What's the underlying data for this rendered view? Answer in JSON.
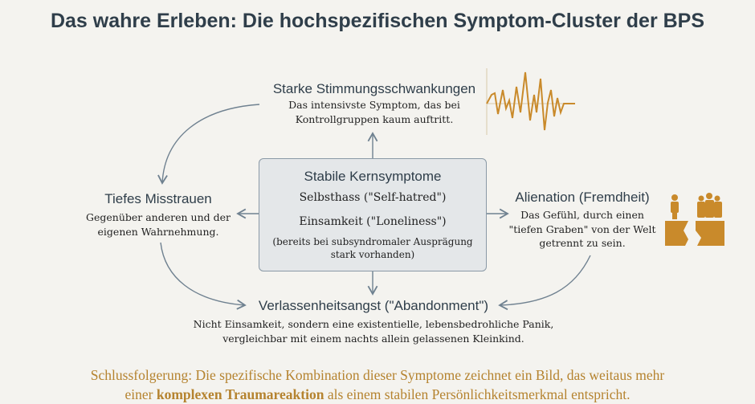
{
  "title": "Das wahre Erleben: Die hochspezifischen Symptom-Cluster der BPS",
  "center": {
    "title": "Stabile Kernsymptome",
    "items": [
      "Selbsthass (\"Self-hatred\")",
      "Einsamkeit (\"Loneliness\")"
    ],
    "note": [
      "(bereits bei subsyndromaler Ausprägung",
      "stark vorhanden)"
    ]
  },
  "top": {
    "title": "Starke Stimmungsschwankungen",
    "desc": [
      "Das intensivste Symptom, das bei",
      "Kontrollgruppen kaum auftritt."
    ],
    "icon": "mood-wave-icon"
  },
  "left": {
    "title": "Tiefes Misstrauen",
    "desc": [
      "Gegenüber anderen und der",
      "eigenen Wahrnehmung."
    ]
  },
  "right": {
    "title": "Alienation (Fremdheit)",
    "desc": [
      "Das Gefühl, durch einen",
      "\"tiefen Graben\" von der Welt",
      "getrennt zu sein."
    ],
    "icon": "separated-people-icon"
  },
  "bottom": {
    "title": "Verlassenheitsangst (\"Abandonment\")",
    "desc": [
      "Nicht Einsamkeit, sondern eine existentielle, lebensbedrohliche Panik,",
      "vergleichbar mit einem nachts allein gelassenen Kleinkind."
    ]
  },
  "conclusion": {
    "line1": "Schlussfolgerung: Die spezifische Kombination dieser Symptome zeichnet ein Bild, das weitaus mehr",
    "line2_pre": "einer ",
    "line2_bold": "komplexen Traumareaktion",
    "line2_post": " als einem stabilen Persönlichkeitsmerkmal entspricht."
  },
  "colors": {
    "accent": "#c98a2b",
    "text": "#2f3e4a",
    "line": "#6f8190"
  }
}
